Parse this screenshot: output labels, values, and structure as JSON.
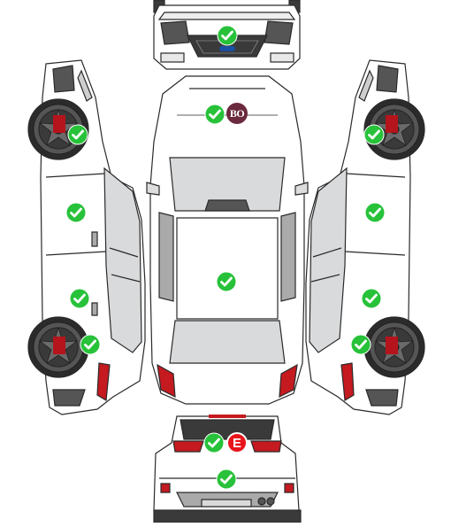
{
  "colors": {
    "check_fill": "#27c23a",
    "check_tick": "#ffffff",
    "brake_caliper": "#b5141c",
    "tail_light": "#c41a20",
    "glass": "#d9dadb",
    "body_line": "#2a2a2a",
    "wheel": "#3a3a3a",
    "badge_bo_bg": "#6b2a3e",
    "badge_e_bg": "#e8141c"
  },
  "views": [
    "front-view",
    "left-side-view",
    "top-view",
    "right-side-view",
    "rear-view"
  ],
  "markers": {
    "front_bumper": {
      "icon": "check-circle-icon",
      "status": "ok"
    },
    "hood": {
      "icon": "check-circle-icon",
      "status": "ok"
    },
    "roof": {
      "icon": "check-circle-icon",
      "status": "ok"
    },
    "tailgate": {
      "icon": "check-circle-icon",
      "status": "ok"
    },
    "rear_bumper": {
      "icon": "check-circle-icon",
      "status": "ok"
    },
    "left_front_wheel": {
      "icon": "check-circle-icon",
      "status": "ok"
    },
    "left_front_door": {
      "icon": "check-circle-icon",
      "status": "ok"
    },
    "left_rear_door": {
      "icon": "check-circle-icon",
      "status": "ok"
    },
    "left_rear_wheel": {
      "icon": "check-circle-icon",
      "status": "ok"
    },
    "right_front_wheel": {
      "icon": "check-circle-icon",
      "status": "ok"
    },
    "right_front_door": {
      "icon": "check-circle-icon",
      "status": "ok"
    },
    "right_rear_door": {
      "icon": "check-circle-icon",
      "status": "ok"
    },
    "right_rear_wheel": {
      "icon": "check-circle-icon",
      "status": "ok"
    }
  },
  "badges": {
    "hood_bo": {
      "label": "BO"
    },
    "tailgate_e": {
      "label": "E"
    }
  }
}
